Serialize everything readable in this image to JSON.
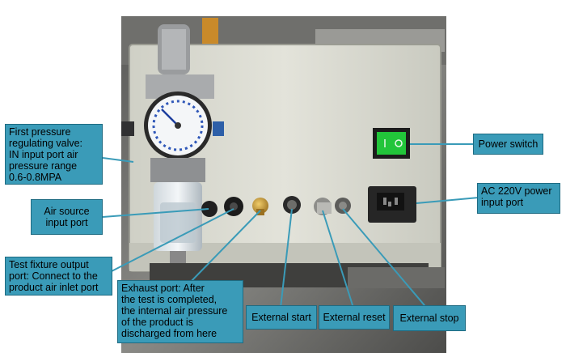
{
  "colors": {
    "callout_fill": "#3a9bb8",
    "leader_line": "#3a9bb8",
    "power_switch": "#22c53a"
  },
  "callouts": {
    "first_pressure_valve": "First pressure\nregulating valve:\nIN input port air\npressure range\n0.6-0.8MPA",
    "air_source_input_port": "Air source\ninput port",
    "test_fixture_output_port": "Test fixture output\nport: Connect to the\nproduct air inlet port",
    "exhaust_port": "Exhaust port: After\nthe test is completed,\nthe internal air pressure\nof the product is\ndischarged from here",
    "external_start": "External start",
    "external_reset": "External reset",
    "external_stop": "External stop",
    "power_switch": "Power switch",
    "ac_power_input_port": "AC 220V power\ninput port"
  }
}
